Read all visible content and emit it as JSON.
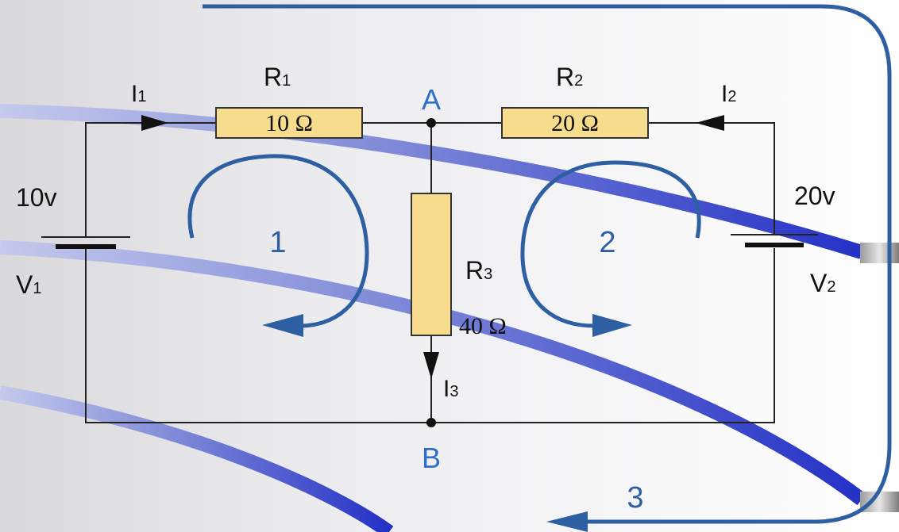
{
  "components": {
    "r1": {
      "name_main": "R",
      "name_sub": "1",
      "value": "10 Ω"
    },
    "r2": {
      "name_main": "R",
      "name_sub": "2",
      "value": "20 Ω"
    },
    "r3": {
      "name_main": "R",
      "name_sub": "3",
      "value": "40 Ω"
    },
    "v1": {
      "voltage": "10v",
      "name_main": "V",
      "name_sub": "1"
    },
    "v2": {
      "voltage": "20v",
      "name_main": "V",
      "name_sub": "2"
    }
  },
  "currents": {
    "i1": {
      "main": "I",
      "sub": "1"
    },
    "i2": {
      "main": "I",
      "sub": "2"
    },
    "i3": {
      "main": "I",
      "sub": "3"
    }
  },
  "nodes": {
    "a": "A",
    "b": "B"
  },
  "loops": {
    "loop1": "1",
    "loop2": "2",
    "loop3": "3"
  },
  "colors": {
    "wire": "#222222",
    "resistor_fill": "#f7dc8e",
    "resistor_stroke": "#333333",
    "loop_arrow": "#2f5fa3",
    "node_label": "#2e6fc9",
    "swoosh": "#3b47c8"
  }
}
